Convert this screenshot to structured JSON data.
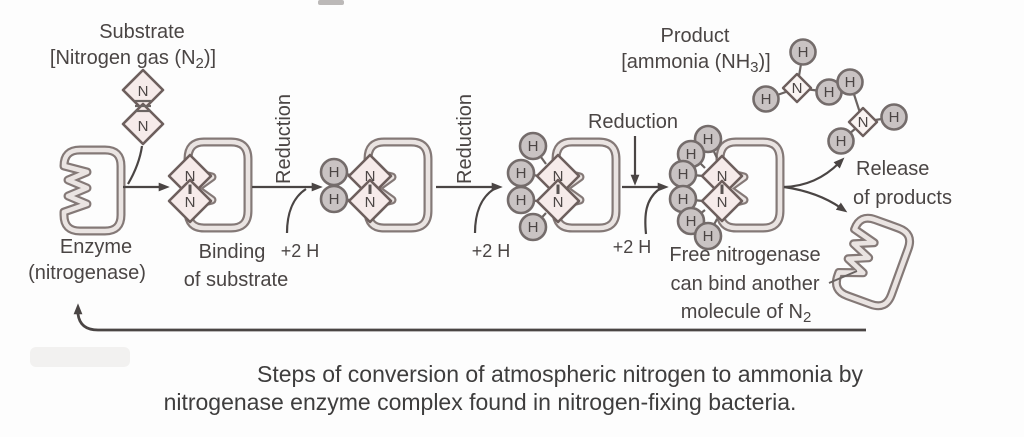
{
  "colors": {
    "background": "#fdfdfd",
    "enzyme_outline": "#847977",
    "enzyme_band": "#eae4e2",
    "diamond_fill": "#f6ebea",
    "h_fill": "#c9c3c3",
    "text": "#4a4544",
    "caption_text": "#3e3d3d"
  },
  "atoms": {
    "n": "N",
    "h": "H"
  },
  "substrate": {
    "title": "Substrate",
    "bracket_pre": "[Nitrogen gas (N",
    "bracket_sub": "2",
    "bracket_post": ")]"
  },
  "enzyme": {
    "line1": "Enzyme",
    "line2": "(nitrogenase)"
  },
  "binding": {
    "line1": "Binding",
    "line2": "of substrate"
  },
  "steps": {
    "reduction": "Reduction",
    "plus2h": "+2 H"
  },
  "product": {
    "title": "Product",
    "bracket_pre": "[ammonia (NH",
    "bracket_sub": "3",
    "bracket_post": ")]"
  },
  "release": {
    "line1": "Release",
    "line2": "of products"
  },
  "free_enzyme": {
    "line1": "Free nitrogenase",
    "line2": "can bind another",
    "line3_pre": "molecule of N",
    "line3_sub": "2"
  },
  "caption": {
    "line1": "Steps of conversion of atmospheric nitrogen to ammonia by",
    "line2": "nitrogenase enzyme complex found in nitrogen-fixing bacteria."
  }
}
